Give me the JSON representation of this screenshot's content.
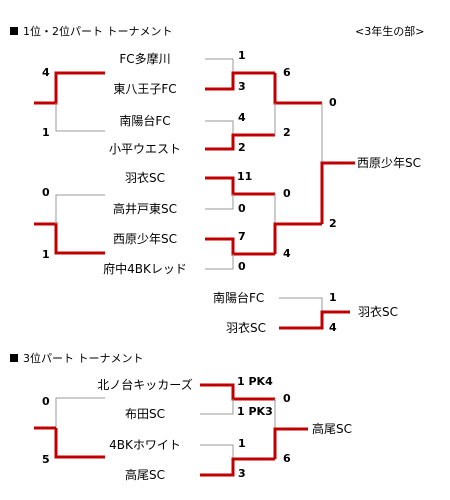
{
  "section1_title": "1位・2位パート トーナメント",
  "section1_note": "<3年生の部>",
  "section2_title": "3位パート トーナメント",
  "colors": {
    "win": "#c00000",
    "line": "#999999",
    "text": "#000000"
  },
  "teams": {
    "t1": "FC多摩川",
    "t2": "東八王子FC",
    "t3": "南陽台FC",
    "t4": "小平ウエスト",
    "t5": "羽衣SC",
    "t6": "高井戸東SC",
    "t7": "西原少年SC",
    "t8": "府中4BKレッド",
    "t9": "南陽台FC",
    "t10": "羽衣SC",
    "t11": "北ノ台キッカーズ",
    "t12": "布田SC",
    "t13": "4BKホワイト",
    "t14": "高尾SC"
  },
  "champions": {
    "main": "西原少年SC",
    "third_place_match": "羽衣SC",
    "third_part": "高尾SC"
  },
  "scores": {
    "s1": "4",
    "s2": "1",
    "s3": "0",
    "s4": "1",
    "s5": "1",
    "s6": "3",
    "s7": "4",
    "s8": "2",
    "s9": "11",
    "s10": "0",
    "s11": "7",
    "s12": "0",
    "s13": "6",
    "s14": "2",
    "s15": "0",
    "s16": "4",
    "s17": "0",
    "s18": "2",
    "s19": "1",
    "s20": "4",
    "s21": "0",
    "s22": "5",
    "s23": "1 PK4",
    "s24": "1 PK3",
    "s25": "1",
    "s26": "3",
    "s27": "0",
    "s28": "6"
  }
}
